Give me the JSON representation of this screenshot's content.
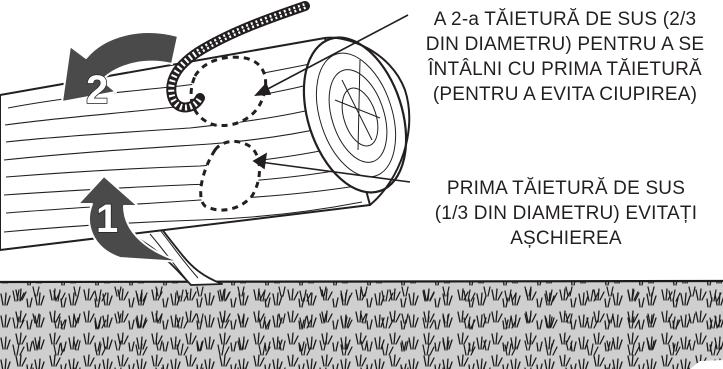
{
  "diagram": {
    "callout_second_cut": [
      "A 2-a TĂIETURĂ DE SUS (2/3",
      "DIN DIAMETRU) PENTRU A SE",
      "ÎNTÂLNI CU PRIMA TĂIETURĂ",
      "(PENTRU A EVITA CIUPIREA)"
    ],
    "callout_first_cut": [
      "PRIMA TĂIETURĂ DE SUS",
      "(1/3 DIN DIAMETRU) EVITAȚI",
      "AȘCHIEREA"
    ],
    "step_labels": {
      "first": "1",
      "second": "2"
    },
    "colors": {
      "ink": "#231f20",
      "arrow_fill": "#4a4a4a",
      "ground_fill": "#c9c9c9",
      "background": "#ffffff"
    },
    "icons": [
      "log-icon",
      "chainsaw-chain-icon",
      "curved-arrow-icon",
      "ground-grass-icon"
    ]
  }
}
